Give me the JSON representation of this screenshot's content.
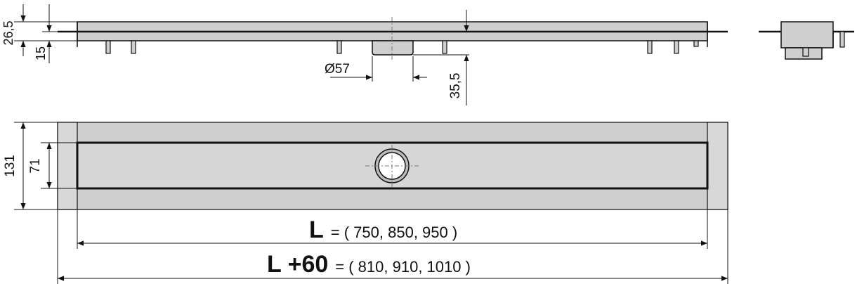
{
  "colors": {
    "steel_fill": "#cfcfcf",
    "steel_light": "#dedede",
    "steel_dark": "#b9b9b9",
    "line": "#111111"
  },
  "side_view": {
    "dim_total_height": "26,5",
    "dim_flange": "15",
    "dim_outlet_diameter": "Ø57",
    "dim_outlet_height": "35,5"
  },
  "top_view": {
    "dim_outer_width": "131",
    "dim_inner_width": "71"
  },
  "length_inner": {
    "symbol": "L",
    "values": "= ( 750, 850, 950 )"
  },
  "length_outer": {
    "symbol": "L +60",
    "values": "= ( 810, 910, 1010 )"
  }
}
